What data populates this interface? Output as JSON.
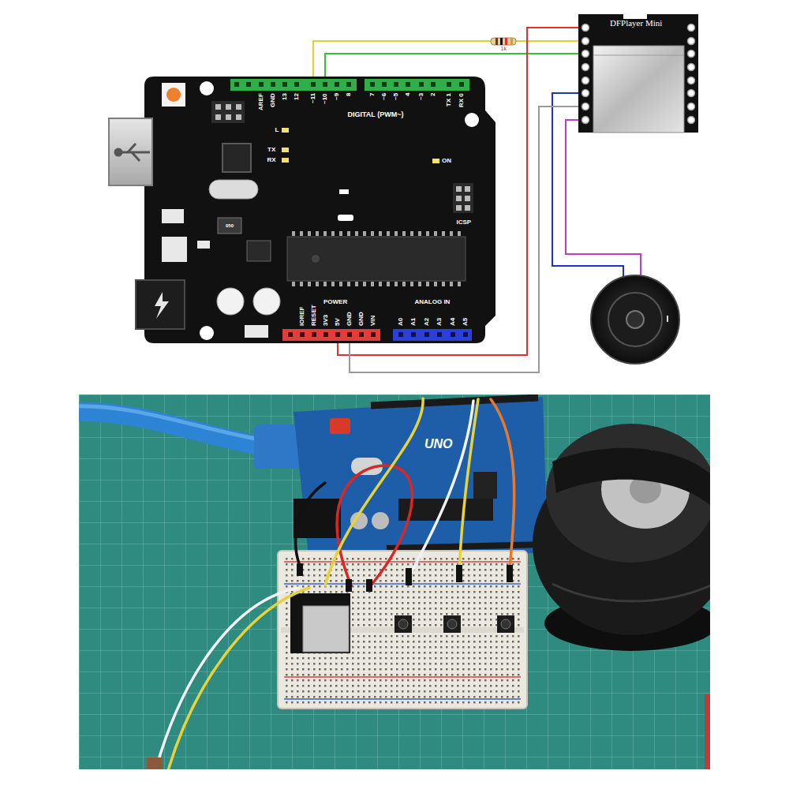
{
  "diagram": {
    "nodes": [
      {
        "text": [
          "AREF",
          "GND",
          "13",
          "12",
          "~11",
          "~10",
          "~9",
          "8",
          "7",
          "~6",
          "~5",
          "4",
          "~3",
          "2",
          "TX 1",
          "RX 0",
          "DIGITAL (PWM~)",
          "L",
          "TX",
          "RX",
          "ON",
          "ICSP",
          "050",
          "IOREF",
          "RESET",
          "3V3",
          "5V",
          "GND",
          "GND",
          "VIN",
          "POWER",
          "ANALOG IN",
          "A0",
          "A1",
          "A2",
          "A3",
          "A4",
          "A5"
        ]
      },
      {
        "text": [
          "DFPlayer Mini"
        ]
      }
    ],
    "edges": [
      {
        "from": 0,
        "to": 1,
        "arrow": "none"
      },
      {
        "from": 0,
        "to": 1,
        "arrow": "none"
      },
      {
        "from": 0,
        "to": 1,
        "arrow": "none"
      },
      {
        "from": 0,
        "to": 1,
        "arrow": "none"
      }
    ],
    "labels": [
      "1k",
      "UNO"
    ]
  }
}
